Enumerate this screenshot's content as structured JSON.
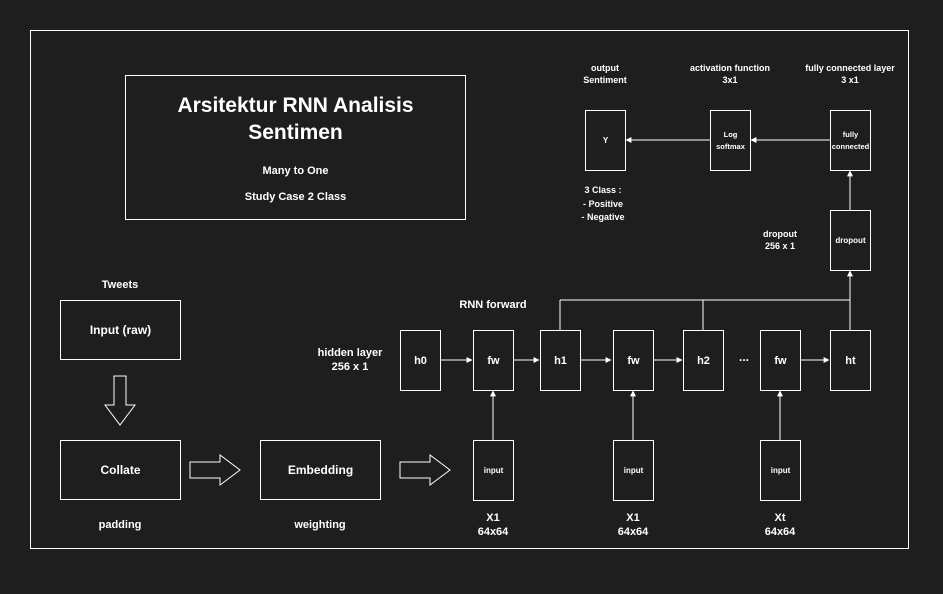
{
  "title": {
    "heading": "Arsitektur RNN Analisis\nSentimen",
    "subtitle": "Many to One",
    "case": "Study Case 2 Class"
  },
  "pipeline": {
    "tweets_label": "Tweets",
    "input_raw": "Input (raw)",
    "collate": "Collate",
    "padding": "padding",
    "embedding": "Embedding",
    "weighting": "weighting"
  },
  "rnn": {
    "forward_label": "RNN forward",
    "hidden_layer_label": "hidden layer\n256 x 1",
    "h0": "h0",
    "h1": "h1",
    "h2": "h2",
    "ht": "ht",
    "fw": "fw",
    "ellipsis": "...",
    "input": "input",
    "x1_a": "X1\n64x64",
    "x1_b": "X1\n64x64",
    "xt": "Xt\n64x64"
  },
  "head": {
    "dropout": "dropout",
    "dropout_label": "dropout\n256 x 1",
    "fully_connected": "fully\nconnected",
    "fully_connected_label": "fully connected layer\n3 x1",
    "log_softmax": "Log\nsoftmax",
    "activation_label": "activation function\n3x1",
    "y": "Y",
    "output_label": "output\nSentiment",
    "classes": "3 Class :\n- Positive\n- Negative"
  }
}
